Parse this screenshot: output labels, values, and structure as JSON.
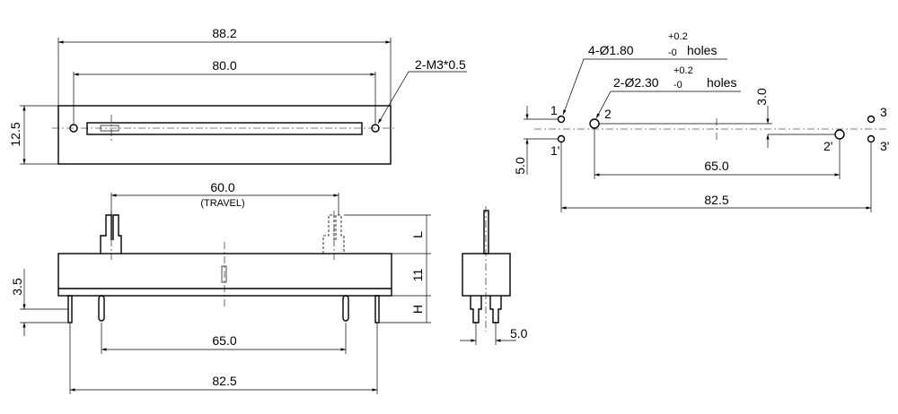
{
  "top_view": {
    "overall_length": "88.2",
    "mount_spacing": "80.0",
    "width": "12.5",
    "thread_note": "2-M3*0.5"
  },
  "side_view": {
    "travel": "60.0",
    "travel_label": "(TRAVEL)",
    "offset": "3.5",
    "inner_pin_spacing": "65.0",
    "outer_pin_spacing": "82.5",
    "lever_height": "L",
    "body_height": "11",
    "pin_height": "H"
  },
  "end_view": {
    "pin_pitch": "5.0"
  },
  "pcb_layout": {
    "small_holes": {
      "label": "4-Ø1.80",
      "tol_plus": "+0.2",
      "tol_minus": "-0",
      "suffix": "holes"
    },
    "large_holes": {
      "label": "2-Ø2.30",
      "tol_plus": "+0.2",
      "tol_minus": "-0",
      "suffix": "holes"
    },
    "hole_labels": [
      "1",
      "1'",
      "2",
      "2'",
      "3",
      "3'"
    ],
    "offset_large": "3.0",
    "offset_small": "5.0",
    "large_spacing": "65.0",
    "small_spacing": "82.5"
  }
}
